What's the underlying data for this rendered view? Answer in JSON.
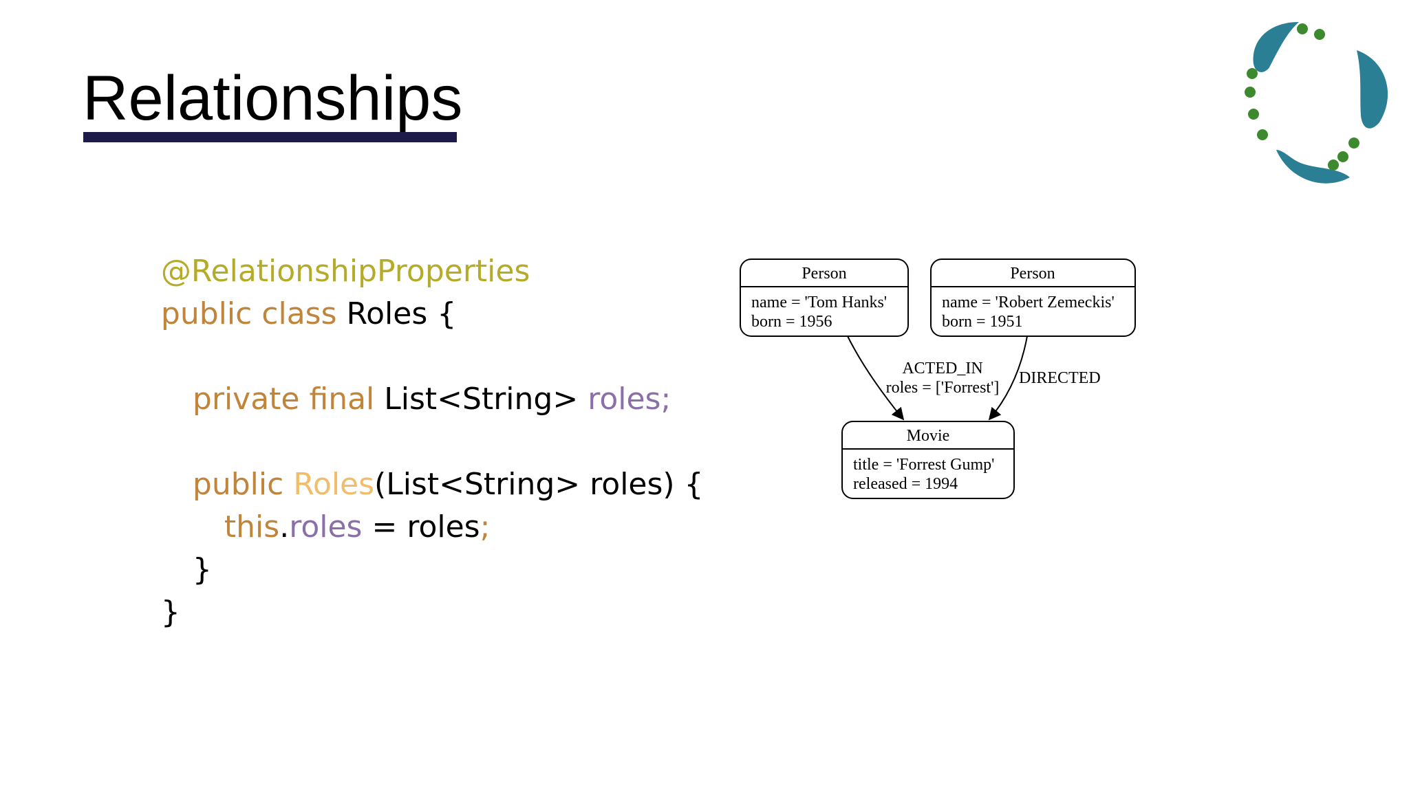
{
  "slide": {
    "title": "Relationships"
  },
  "code": {
    "annotation": "@RelationshipProperties",
    "line2": {
      "kw": "public class",
      "name": " Roles {"
    },
    "line4": {
      "kw": "private final",
      "type": " List<String> ",
      "field": "roles;"
    },
    "line6": {
      "kw": "public ",
      "ctor": "Roles",
      "params": "(List<String> roles) {"
    },
    "line7": {
      "kw": "this",
      "dot": ".",
      "field": "roles",
      "assign": " = roles",
      "semi": ";"
    },
    "line8": "}",
    "line9": "}"
  },
  "diagram": {
    "nodes": [
      {
        "label": "Person",
        "props": [
          "name = 'Tom Hanks'",
          "born = 1956"
        ]
      },
      {
        "label": "Person",
        "props": [
          "name = 'Robert Zemeckis'",
          "born = 1951"
        ]
      },
      {
        "label": "Movie",
        "props": [
          "title = 'Forrest Gump'",
          "released = 1994"
        ]
      }
    ],
    "edges": [
      {
        "label": "ACTED_IN",
        "props": [
          "roles = ['Forrest']"
        ]
      },
      {
        "label": "DIRECTED",
        "props": []
      }
    ]
  }
}
